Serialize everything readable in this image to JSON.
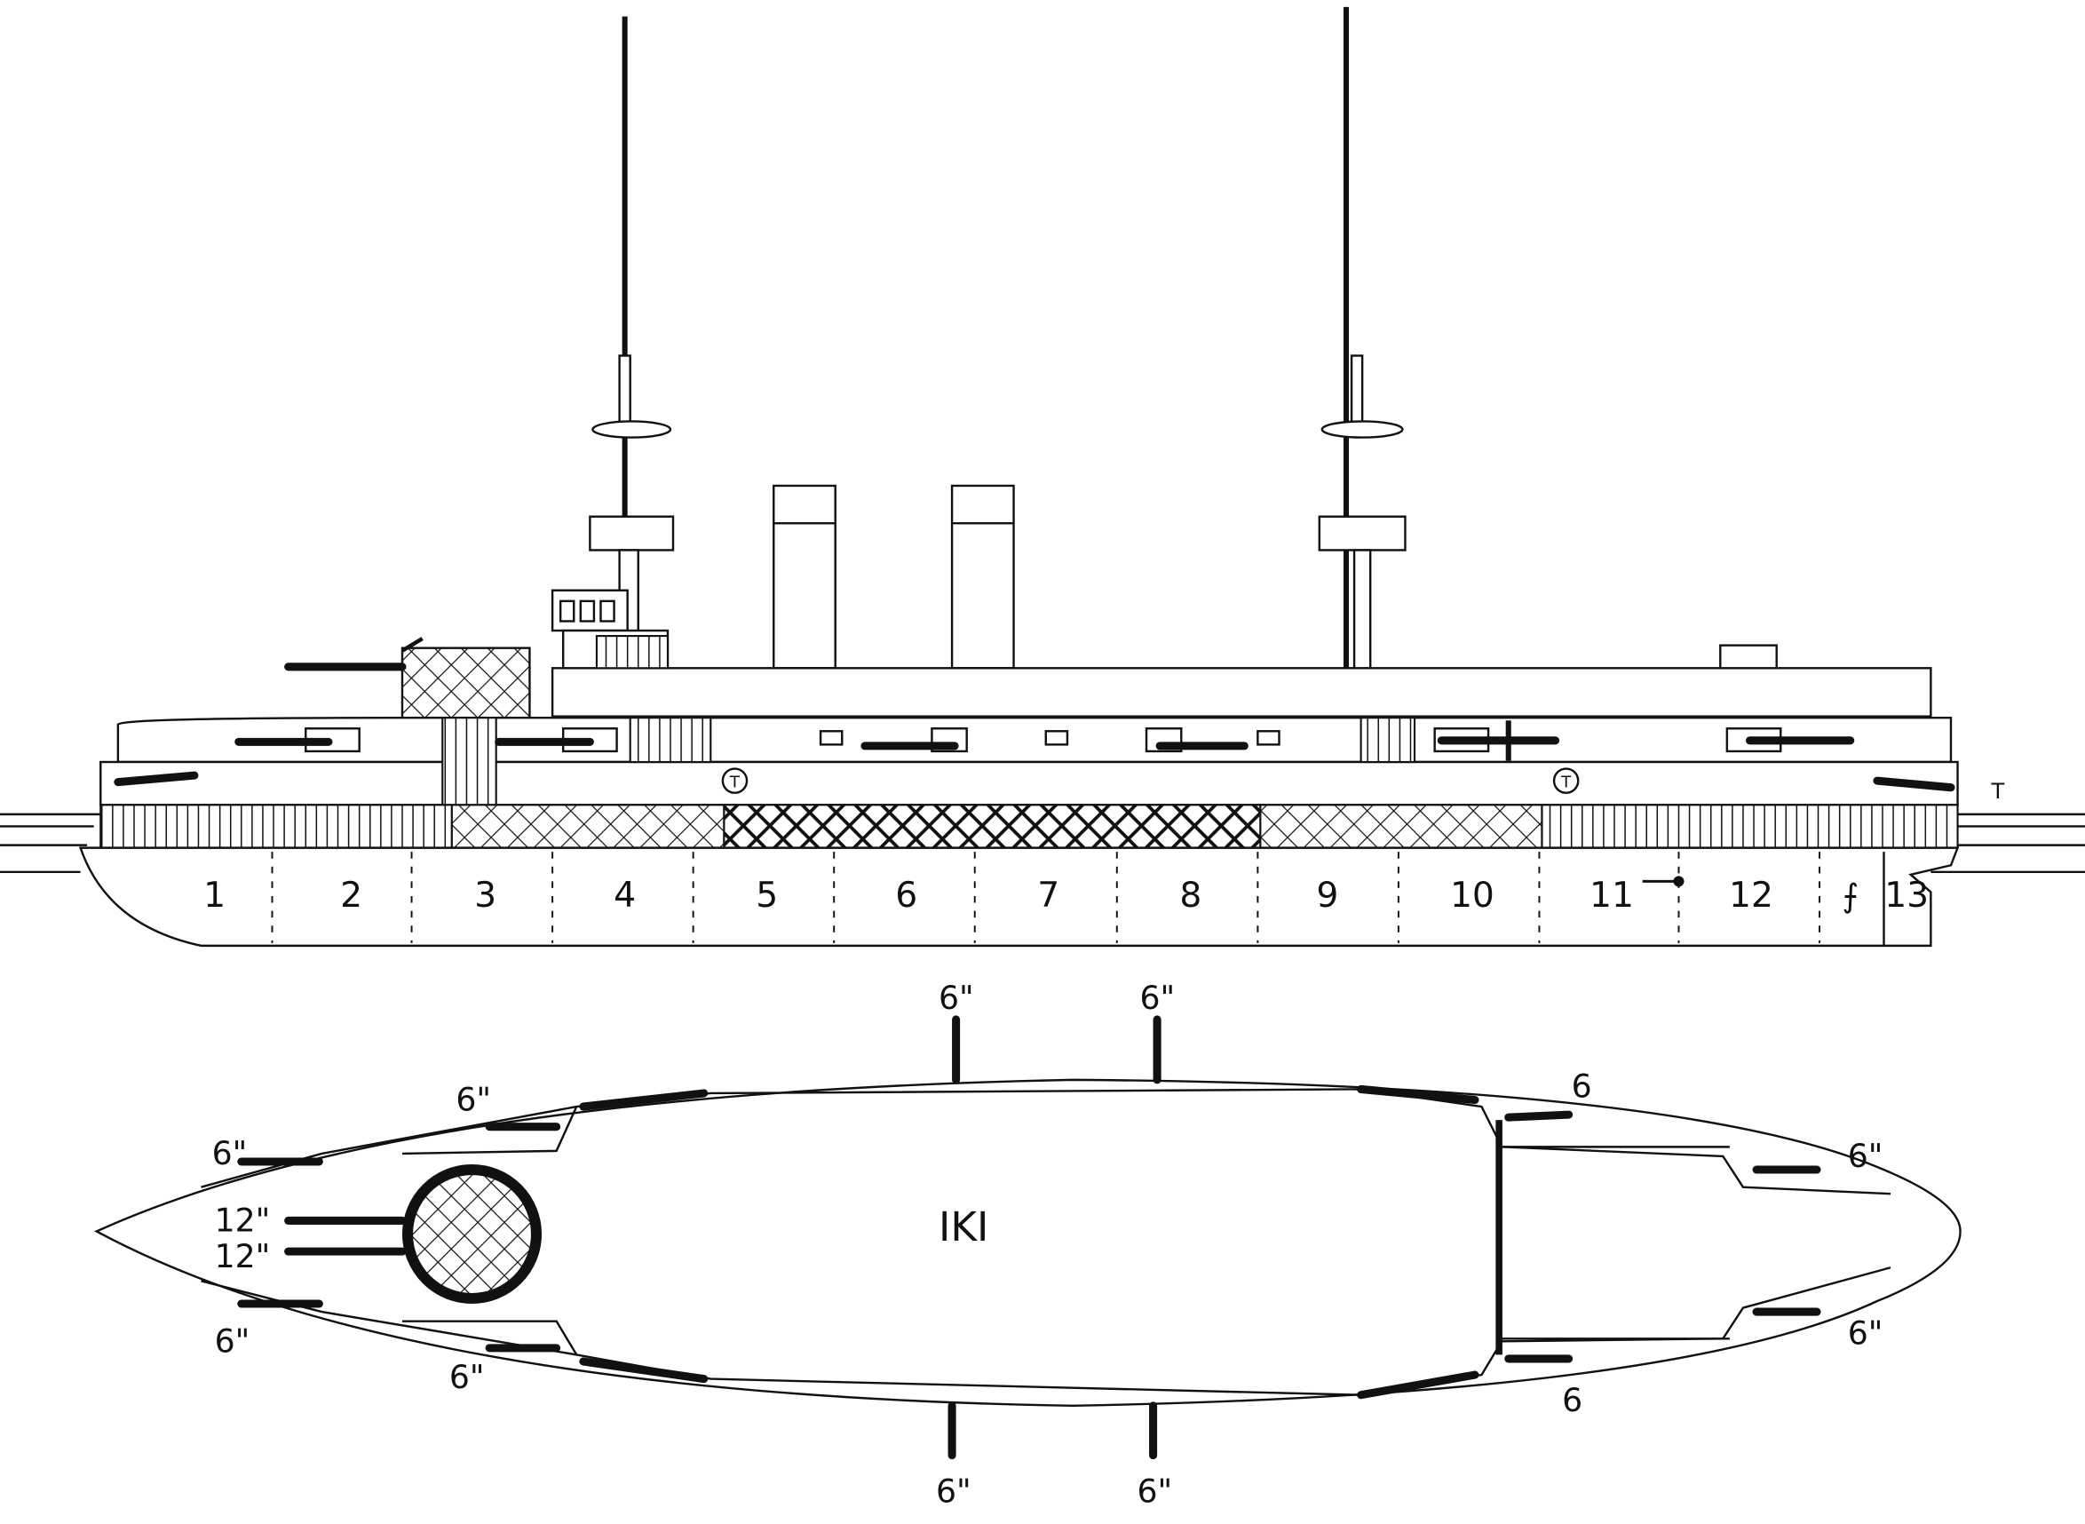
{
  "title": "IKI",
  "compartments": [
    "1",
    "2",
    "3",
    "4",
    "5",
    "6",
    "7",
    "8",
    "9",
    "10",
    "11",
    "12",
    "13"
  ],
  "torpedo_marker": "T",
  "stern_marker": "T",
  "gun_labels": {
    "top_mid_1": "6\"",
    "top_mid_2": "6\"",
    "fwd_upper_1": "6\"",
    "fwd_upper_2": "6\"",
    "main_1": "12\"",
    "main_2": "12\"",
    "fwd_lower_1": "6\"",
    "fwd_lower_2": "6\"",
    "aft_upper_1": "6",
    "aft_upper_2": "6\"",
    "aft_lower_1": "6\"",
    "aft_lower_2": "6",
    "bot_mid_1": "6\"",
    "bot_mid_2": "6\""
  }
}
